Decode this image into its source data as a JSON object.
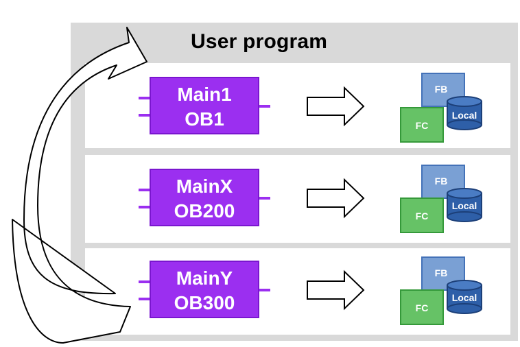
{
  "title": "User program",
  "blocks": [
    {
      "line1": "Main1",
      "line2": "OB1"
    },
    {
      "line1": "MainX",
      "line2": "OB200"
    },
    {
      "line1": "MainY",
      "line2": "OB300"
    }
  ],
  "icons": {
    "fb_label": "FB",
    "fc_label": "FC",
    "local_label": "Local"
  },
  "colors": {
    "ob": "#9b2ff0",
    "fb": "#7aa0d4",
    "fc": "#66c266",
    "local": "#2e5fa8",
    "panel": "#d9d9d9"
  }
}
